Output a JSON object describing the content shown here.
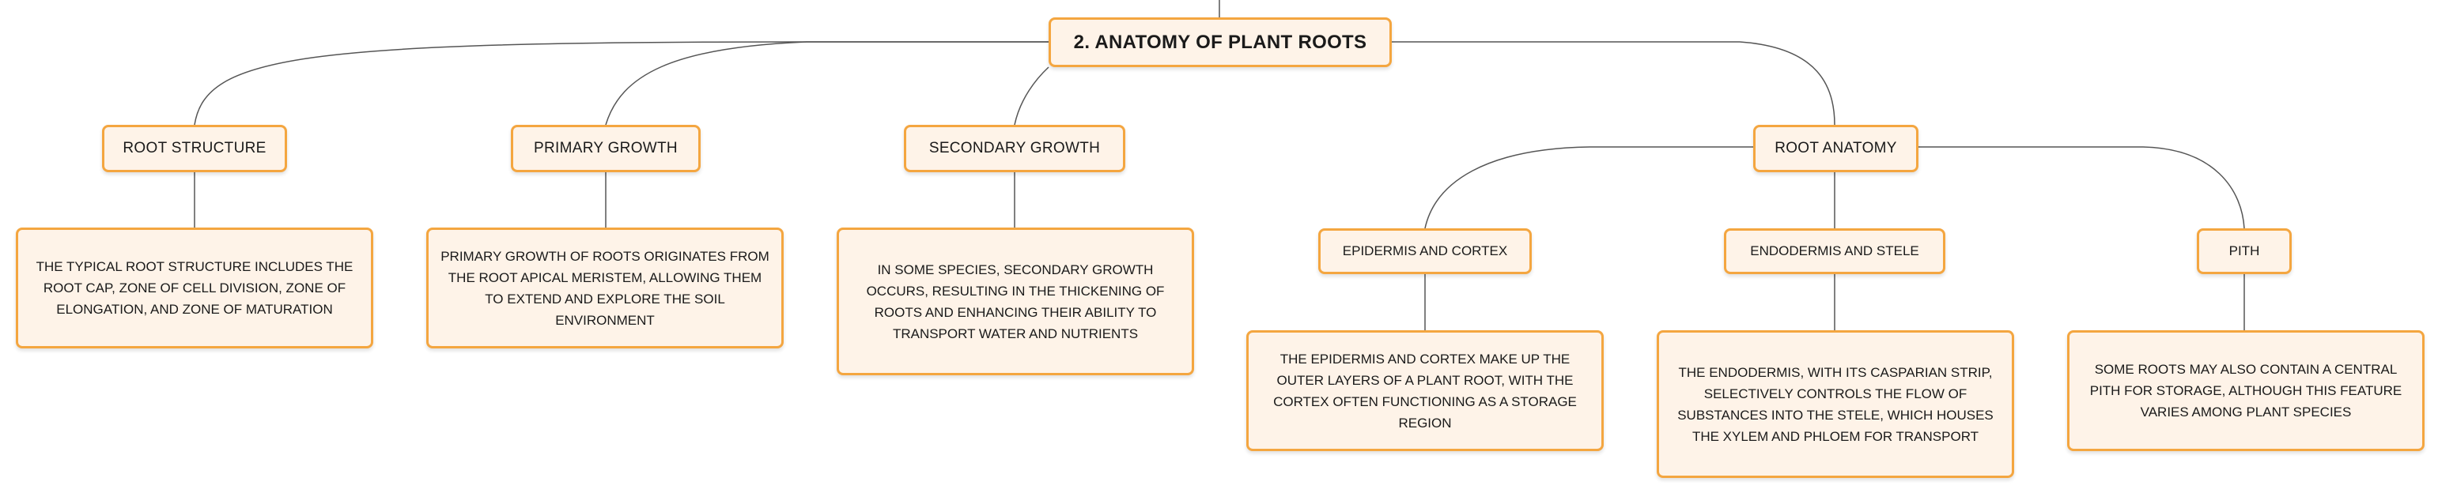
{
  "title": "2. ANATOMY OF PLANT ROOTS",
  "sections": {
    "root_structure": {
      "label": "ROOT STRUCTURE",
      "description": "THE TYPICAL ROOT STRUCTURE INCLUDES THE ROOT CAP, ZONE OF CELL DIVISION, ZONE OF ELONGATION, AND ZONE OF MATURATION"
    },
    "primary_growth": {
      "label": "PRIMARY GROWTH",
      "description": "PRIMARY GROWTH OF ROOTS ORIGINATES FROM THE ROOT APICAL MERISTEM, ALLOWING THEM TO EXTEND AND EXPLORE THE SOIL ENVIRONMENT"
    },
    "secondary_growth": {
      "label": "SECONDARY GROWTH",
      "description": "IN SOME SPECIES, SECONDARY GROWTH OCCURS, RESULTING IN THE THICKENING OF ROOTS AND ENHANCING THEIR ABILITY TO TRANSPORT WATER AND NUTRIENTS"
    },
    "root_anatomy": {
      "label": "ROOT ANATOMY",
      "children": {
        "epidermis_cortex": {
          "label": "EPIDERMIS AND CORTEX",
          "description": "THE EPIDERMIS AND CORTEX MAKE UP THE OUTER LAYERS OF A PLANT ROOT, WITH THE CORTEX OFTEN FUNCTIONING AS A STORAGE REGION"
        },
        "endodermis_stele": {
          "label": "ENDODERMIS AND STELE",
          "description": "THE ENDODERMIS, WITH ITS CASPARIAN STRIP, SELECTIVELY CONTROLS THE FLOW OF SUBSTANCES INTO THE STELE, WHICH HOUSES THE XYLEM AND PHLOEM FOR TRANSPORT"
        },
        "pith": {
          "label": "PITH",
          "description": "SOME ROOTS MAY ALSO CONTAIN A CENTRAL PITH FOR STORAGE, ALTHOUGH THIS FEATURE VARIES AMONG PLANT SPECIES"
        }
      }
    }
  },
  "colors": {
    "node_border": "#f4a640",
    "node_fill": "#fef3e8",
    "connector": "#555555"
  }
}
